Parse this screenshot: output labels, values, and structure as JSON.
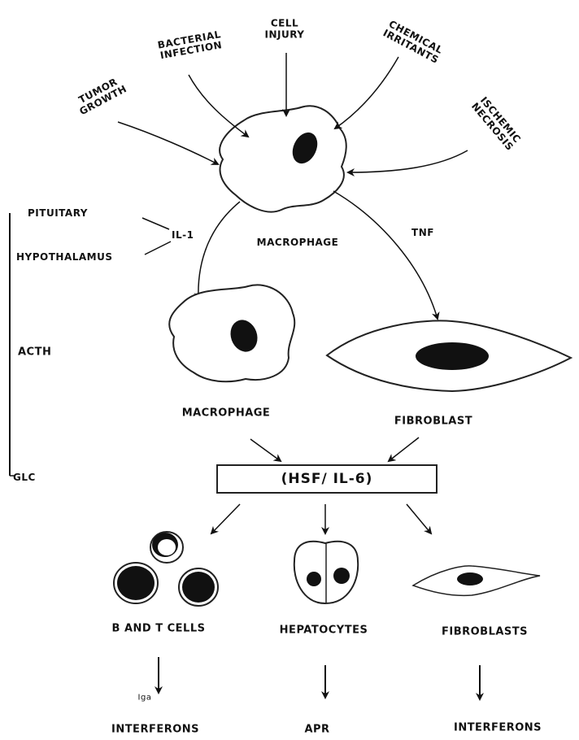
{
  "stimuli": {
    "tumor_growth": "TUMOR\nGROWTH",
    "bacterial_infection": "BACTERIAL\nINFECTION",
    "cell_injury": "CELL\nINJURY",
    "chemical_irritants": "CHEMICAL\nIRRITANTS",
    "ischemic_necrosis": "ISCHEMIC\nNECROSIS"
  },
  "left_axis": {
    "pituitary": "PITUITARY",
    "hypothalamus": "HYPOTHALAMUS",
    "il1": "IL-1",
    "acth": "ACTH",
    "glc": "GLC"
  },
  "cells": {
    "macrophage_top": "MACROPHAGE",
    "tnf": "TNF",
    "macrophage": "MACROPHAGE",
    "fibroblast": "FIBROBLAST",
    "hsf_box": "(HSF/ IL-6)",
    "b_t_cells": "B AND T CELLS",
    "hepatocytes": "HEPATOCYTES",
    "fibroblasts": "FIBROBLASTS"
  },
  "outputs": {
    "iga": "Iga",
    "interferons_left": "INTERFERONS",
    "apr": "APR",
    "interferons_right": "INTERFERONS"
  }
}
